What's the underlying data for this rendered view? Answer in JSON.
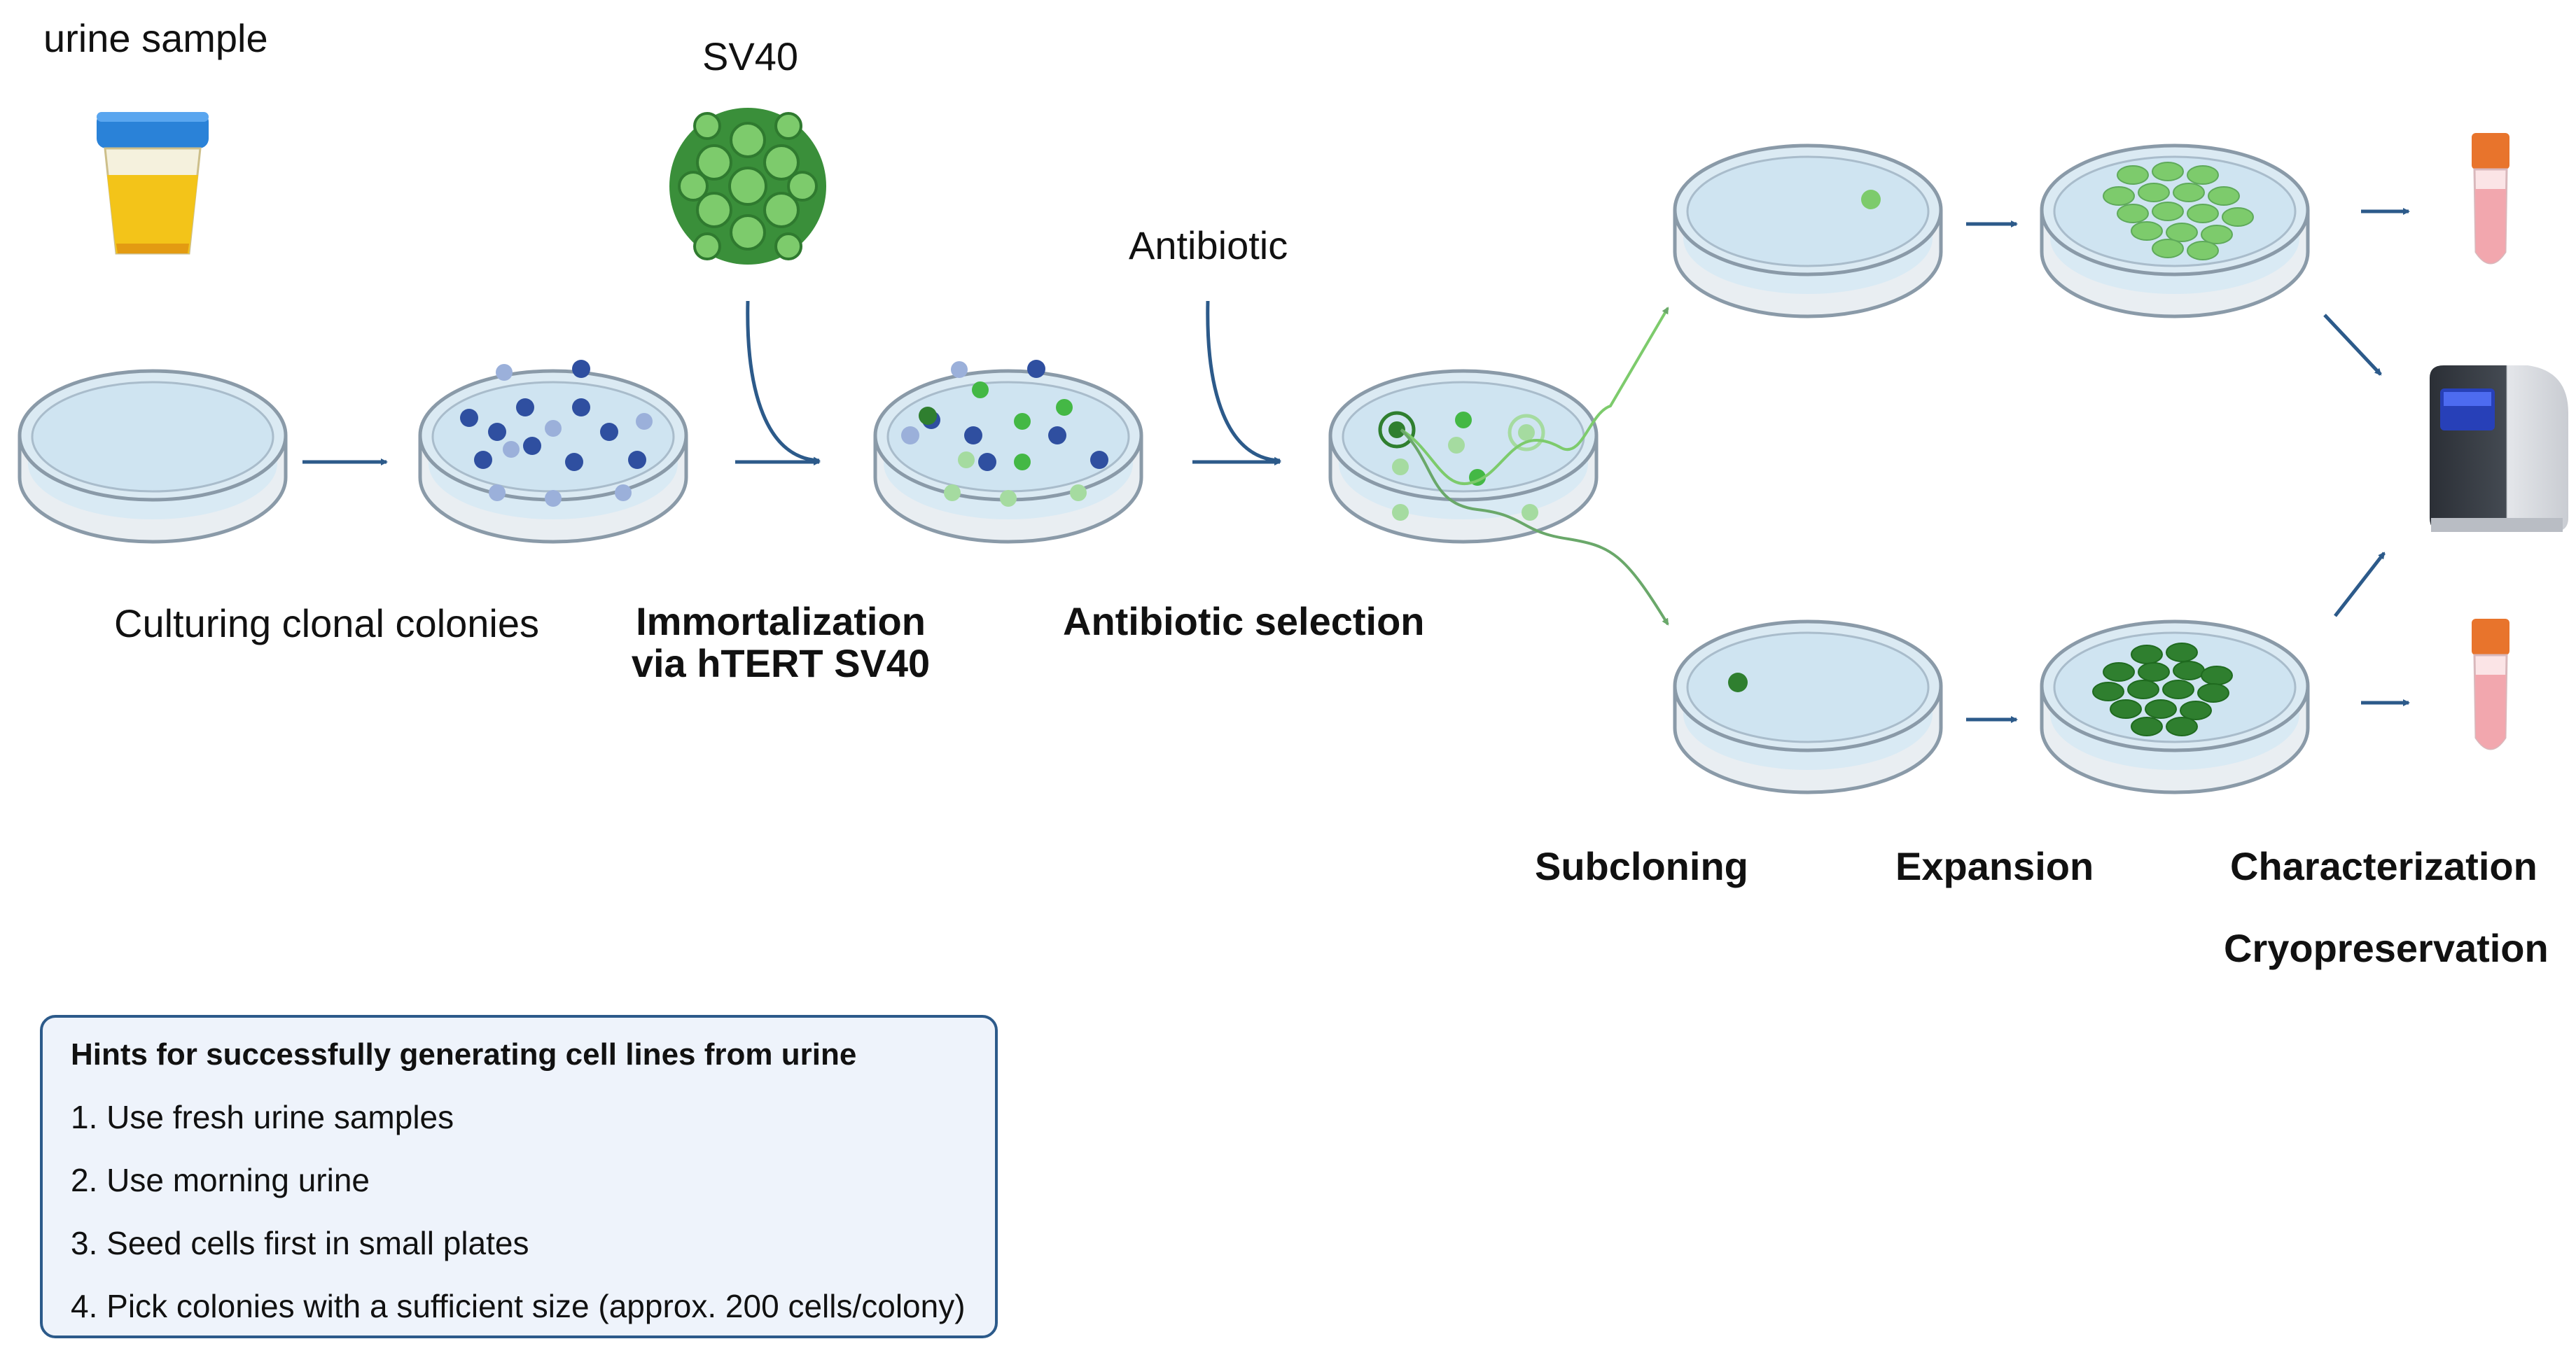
{
  "labels": {
    "urine_sample": "urine sample",
    "sv40": "SV40",
    "antibiotic": "Antibiotic",
    "culturing": "Culturing clonal colonies",
    "immortalization_line1": "Immortalization",
    "immortalization_line2": "via hTERT SV40",
    "antibiotic_selection": "Antibiotic selection",
    "subcloning": "Subcloning",
    "expansion": "Expansion",
    "characterization": "Characterization",
    "cryopreservation": "Cryopreservation"
  },
  "hints": {
    "title": "Hints for successfully generating cell lines from urine",
    "items": [
      "1. Use fresh urine samples",
      "2. Use morning urine",
      "3. Seed cells first in small plates",
      "4. Pick colonies with a sufficient size (approx. 200 cells/colony)"
    ]
  },
  "colors": {
    "arrow": "#2c5a8a",
    "dish_rim": "#8a9aa8",
    "dish_fill": "#d6e9f4",
    "cell_dark_blue": "#2f4fa0",
    "cell_light_blue": "#9bb0da",
    "cell_green": "#44b845",
    "cell_light_green": "#a5dba0",
    "cell_dark_green": "#2f7f2f",
    "urine": "#f3c419",
    "cap": "#2a82d8",
    "tube_cap": "#e8742c",
    "tube_liquid": "#f2a7ae",
    "hint_border": "#2c5a8a",
    "hint_bg": "#eef3fb"
  }
}
